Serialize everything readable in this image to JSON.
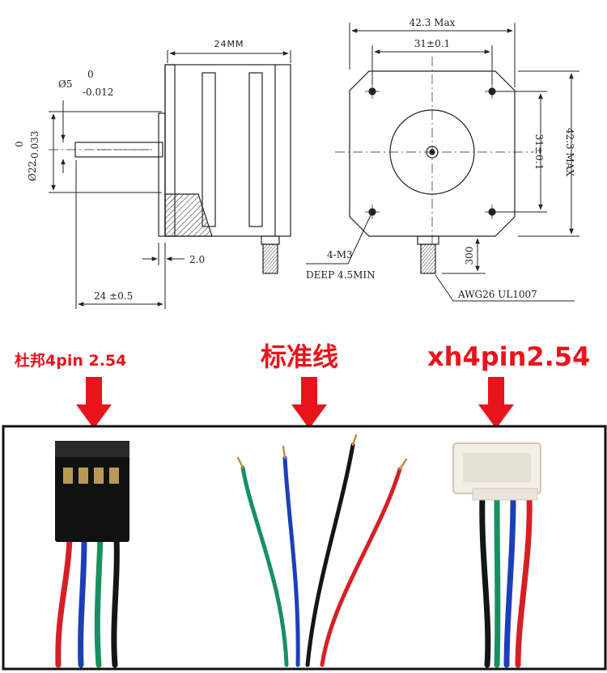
{
  "drawing": {
    "side_view": {
      "body_length": "24MM",
      "shaft_diameter": "Ø5",
      "shaft_tol_upper": "0",
      "shaft_tol_lower": "-0.012",
      "boss_diameter": "Ø22",
      "boss_tol_upper": "0",
      "boss_tol_lower": "-0.033",
      "flange_thickness": "2.0",
      "shaft_length": "24 ±0.5"
    },
    "front_view": {
      "width_max": "42.3 Max",
      "hole_spacing_h": "31±0.1",
      "hole_spacing_v": "31±0.1",
      "height_max": "42.3 MAX",
      "screw_size": "4-M3",
      "screw_depth": "DEEP 4.5MIN",
      "lead_length": "300",
      "wire_spec": "AWG26 UL1007"
    }
  },
  "labels": {
    "dupont": "杜邦4pin 2.54",
    "standard": "标准线",
    "xh": "xh4pin2.54"
  },
  "colors": {
    "label_red": "#e8141c",
    "arrow_red": "#e8141c",
    "wire_red": "#d61f26",
    "wire_blue": "#1c3fb8",
    "wire_green": "#179060",
    "wire_black": "#151515"
  }
}
